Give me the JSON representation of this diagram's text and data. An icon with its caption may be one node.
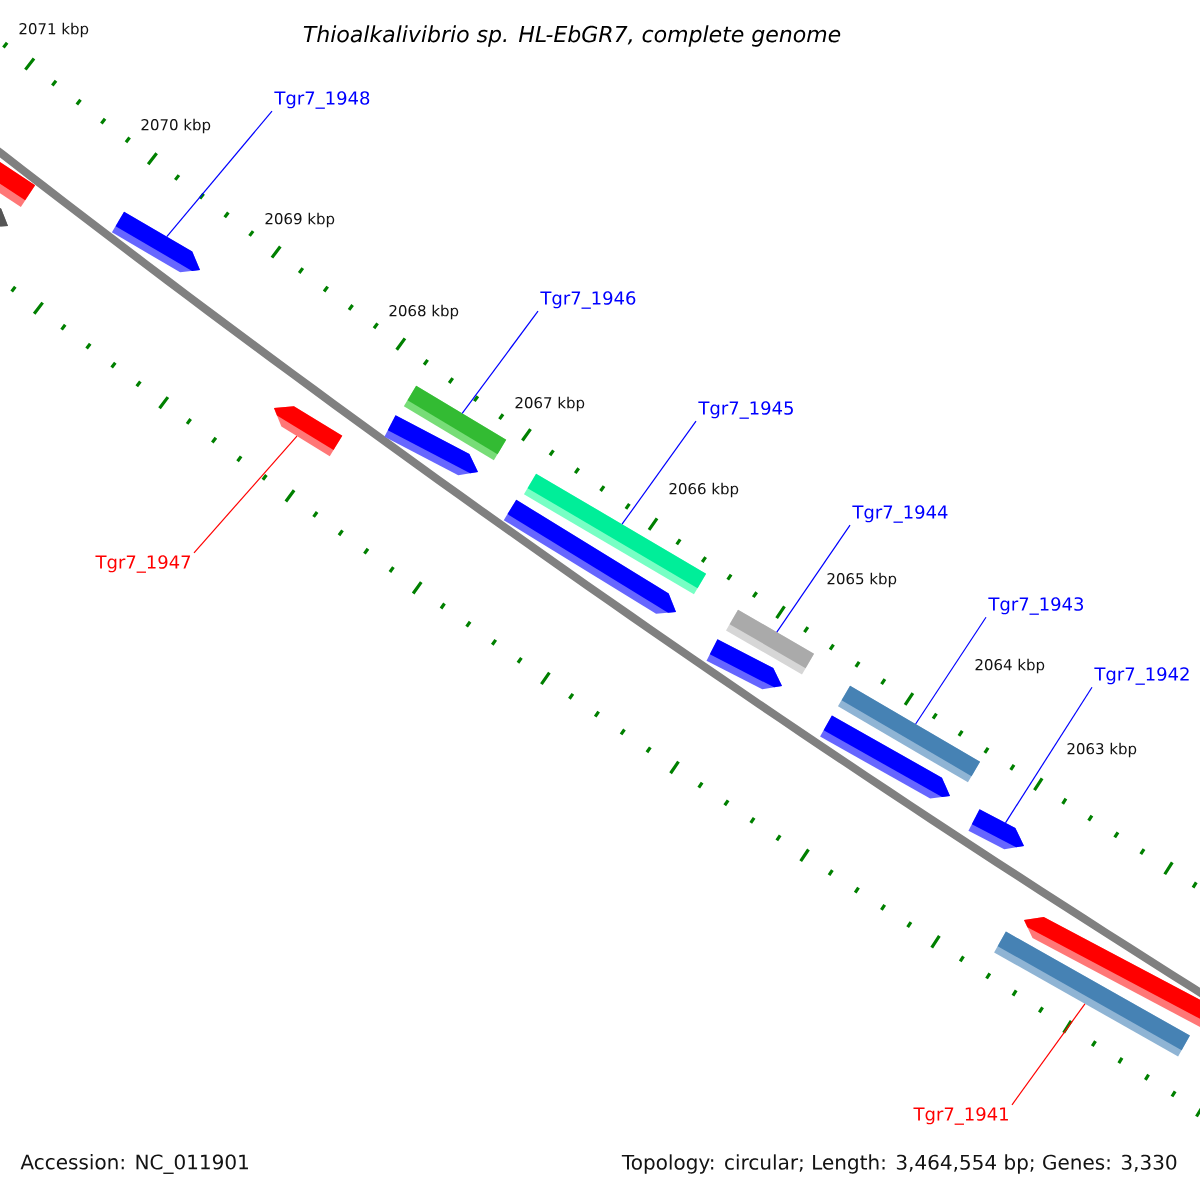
{
  "diagram": {
    "title": "Thioalkalivibrio sp. HL-EbGR7, complete genome",
    "nodes": [
      {
        "text": [
          "Tgr7_1948"
        ]
      },
      {
        "text": [
          "Tgr7_1946"
        ]
      },
      {
        "text": [
          "Tgr7_1945"
        ]
      },
      {
        "text": [
          "Tgr7_1944"
        ]
      },
      {
        "text": [
          "Tgr7_1947"
        ]
      },
      {
        "text": [
          "Tgr7_1943"
        ]
      },
      {
        "text": [
          "Tgr7_1942"
        ]
      },
      {
        "text": [
          "Tgr7_1941"
        ]
      },
      {
        "text": [],
        "shape": "bar"
      },
      {
        "text": [],
        "shape": "bar"
      },
      {
        "text": [],
        "shape": "bar"
      },
      {
        "text": [],
        "shape": "bar"
      },
      {
        "text": [],
        "shape": "bar"
      },
      {
        "text": [],
        "shape": "bar"
      },
      {
        "text": [],
        "shape": "bar"
      },
      {
        "text": [],
        "shape": "bar"
      },
      {
        "text": [],
        "shape": "bar"
      },
      {
        "text": [],
        "shape": "bar"
      },
      {
        "text": [],
        "shape": "bar"
      },
      {
        "text": [],
        "shape": "bar"
      },
      {
        "text": [],
        "shape": "bar"
      },
      {
        "text": [],
        "shape": "bar"
      },
      {
        "text": [],
        "shape": "bar"
      }
    ],
    "edges": [
      {
        "from": 0,
        "to": 10,
        "arrow": "none"
      },
      {
        "from": 1,
        "to": 13,
        "arrow": "none"
      },
      {
        "from": 2,
        "to": 15,
        "arrow": "none"
      },
      {
        "from": 3,
        "to": 17,
        "arrow": "none"
      },
      {
        "from": 4,
        "to": 11,
        "arrow": "none",
        "color": "#ff0000"
      },
      {
        "from": 5,
        "to": 19,
        "arrow": "none"
      },
      {
        "from": 6,
        "to": 20,
        "arrow": "none"
      },
      {
        "from": 7,
        "to": 21,
        "arrow": "none",
        "color": "#ff0000"
      }
    ],
    "labels": [
      "2071 kbp",
      "2070 kbp",
      "2069 kbp",
      "2068 kbp",
      "2067 kbp",
      "2066 kbp",
      "2065 kbp",
      "2064 kbp",
      "2063 kbp",
      "Accession: NC_011901",
      "Topology: circular; Length: 3,464,554 bp; Genes: 3,330"
    ]
  }
}
